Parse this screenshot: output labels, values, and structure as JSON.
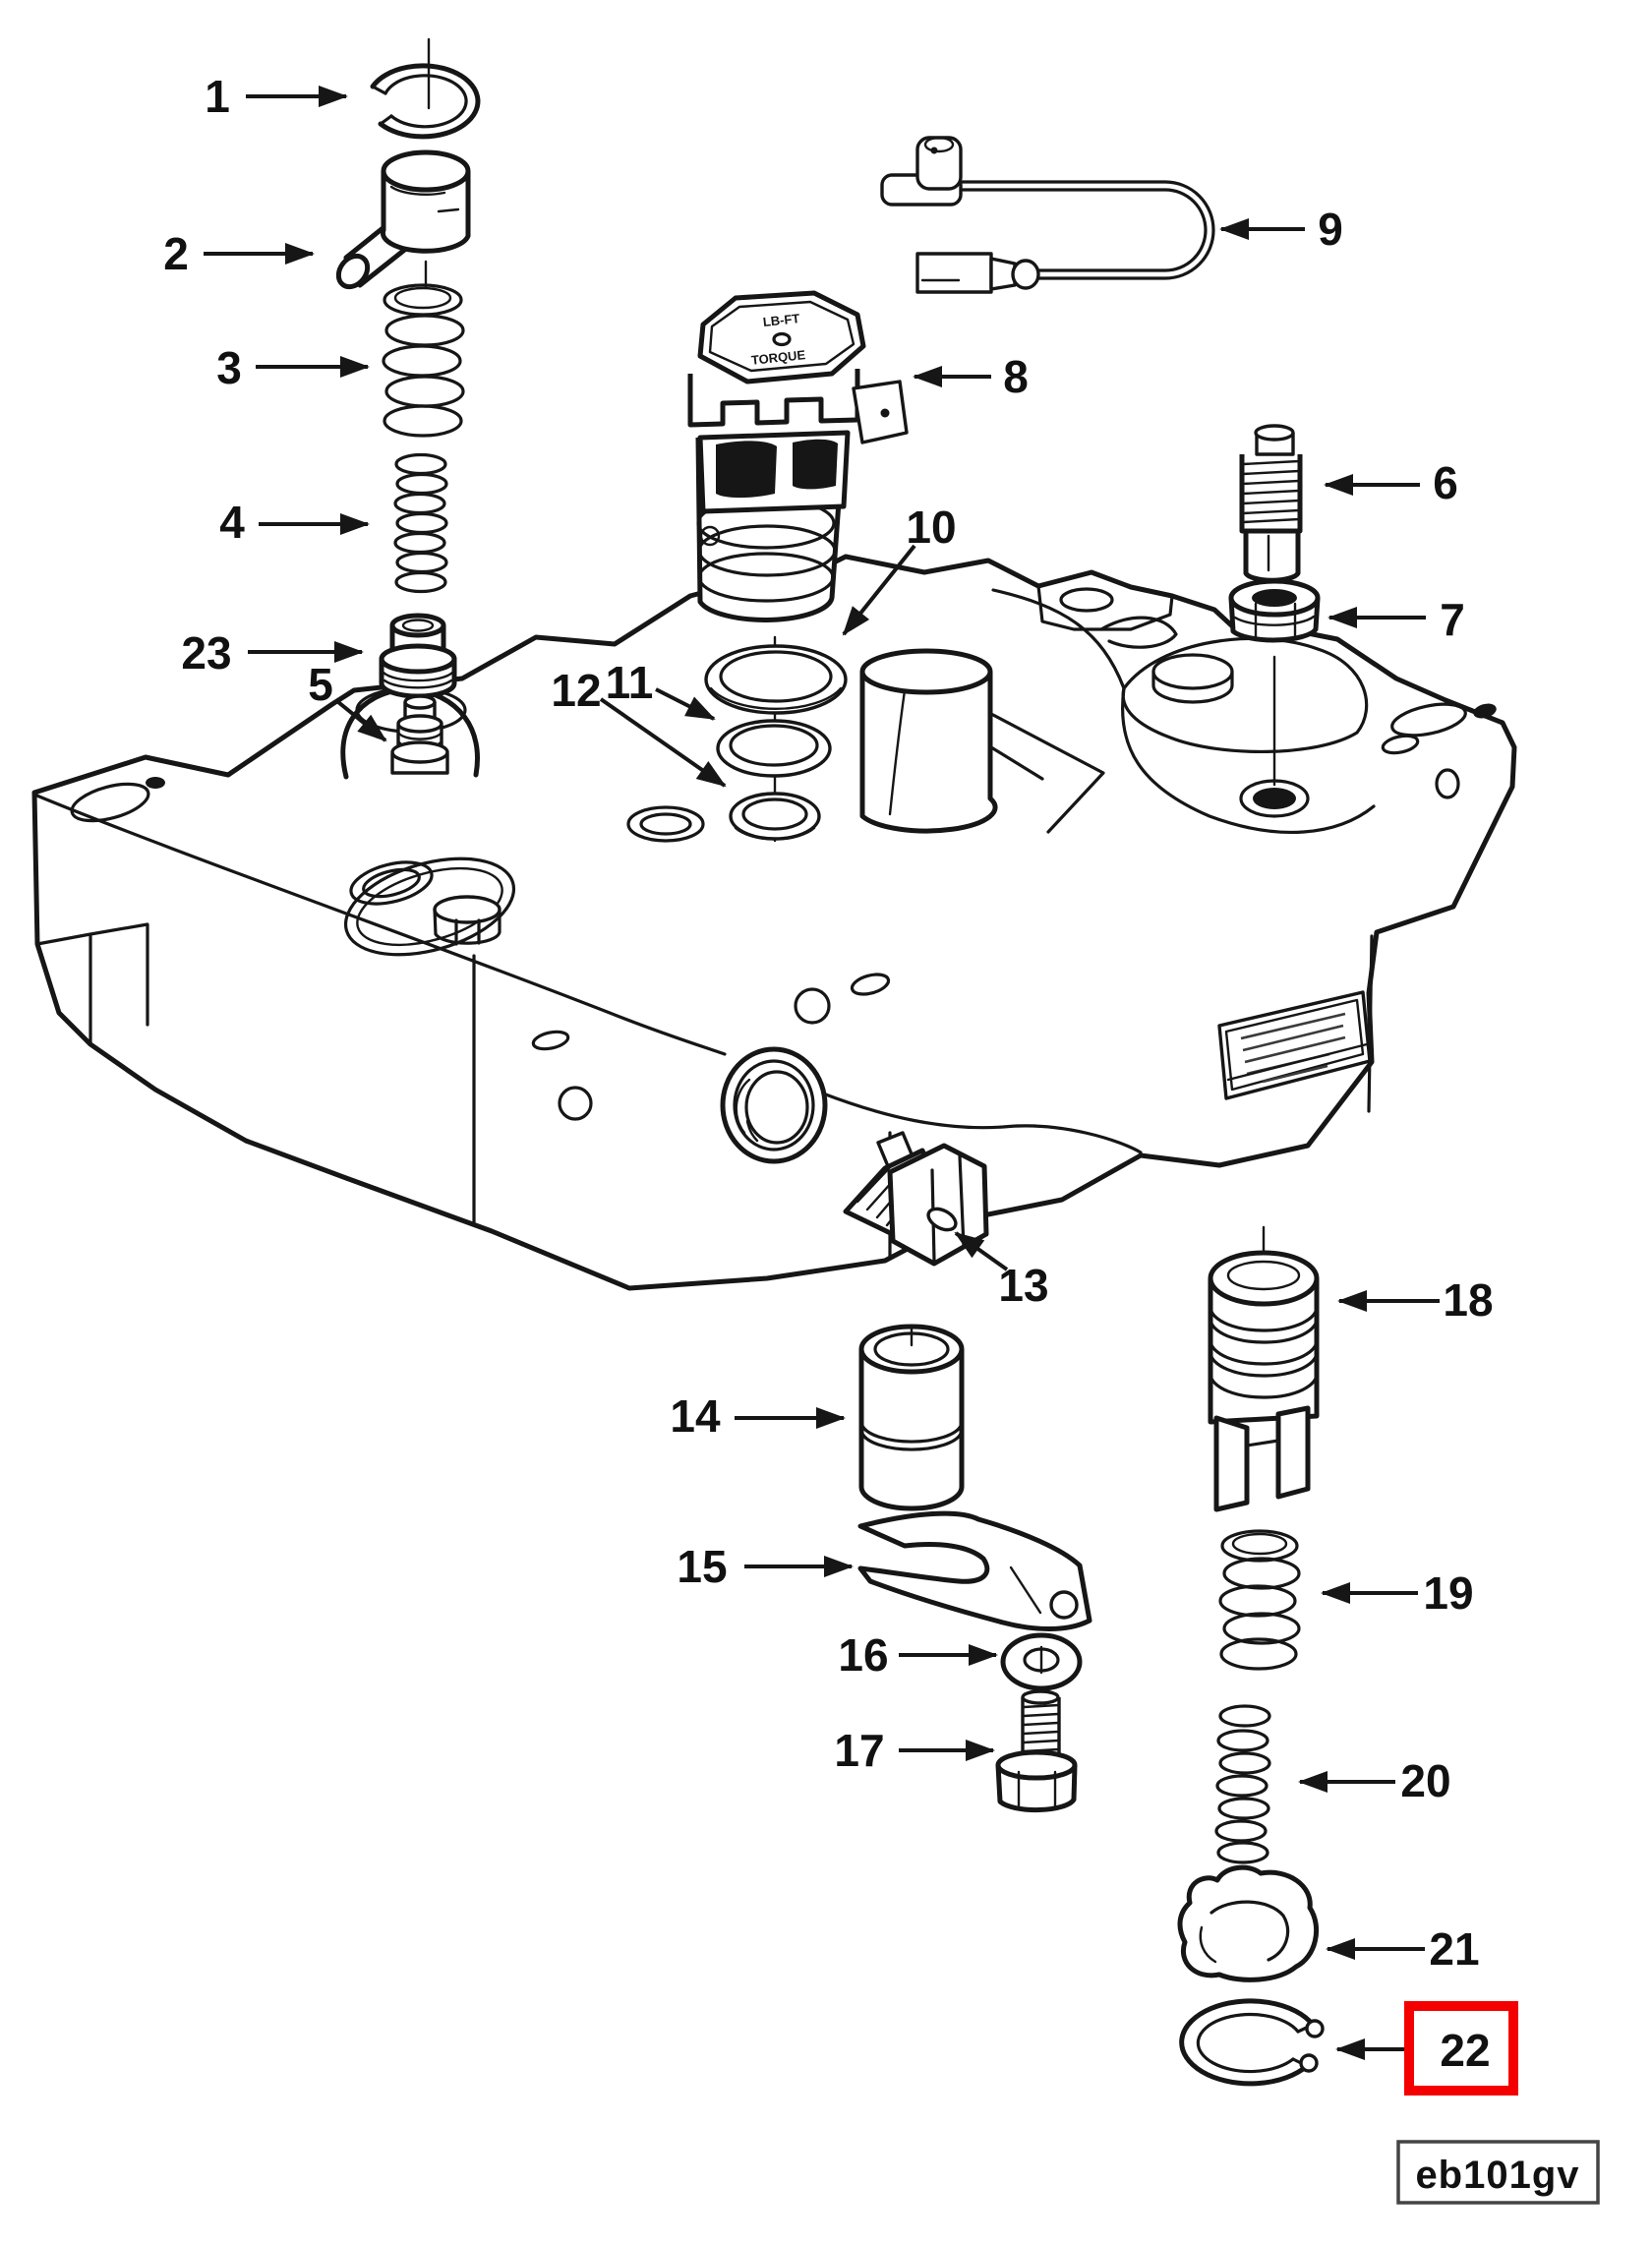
{
  "figure": {
    "code": "eb101gv",
    "background": "#ffffff",
    "ink_color": "#161616",
    "highlight_color": "#f40000"
  },
  "sensor_cap": {
    "line1": "LB-FT",
    "line2": "TORQUE"
  },
  "highlight": {
    "callout": "22"
  },
  "callouts": [
    {
      "label": "1"
    },
    {
      "label": "2"
    },
    {
      "label": "3"
    },
    {
      "label": "4"
    },
    {
      "label": "23"
    },
    {
      "label": "5"
    },
    {
      "label": "6"
    },
    {
      "label": "7"
    },
    {
      "label": "8"
    },
    {
      "label": "9"
    },
    {
      "label": "10"
    },
    {
      "label": "11"
    },
    {
      "label": "12"
    },
    {
      "label": "13"
    },
    {
      "label": "14"
    },
    {
      "label": "15"
    },
    {
      "label": "16"
    },
    {
      "label": "17"
    },
    {
      "label": "18"
    },
    {
      "label": "19"
    },
    {
      "label": "20"
    },
    {
      "label": "21"
    },
    {
      "label": "22"
    }
  ]
}
